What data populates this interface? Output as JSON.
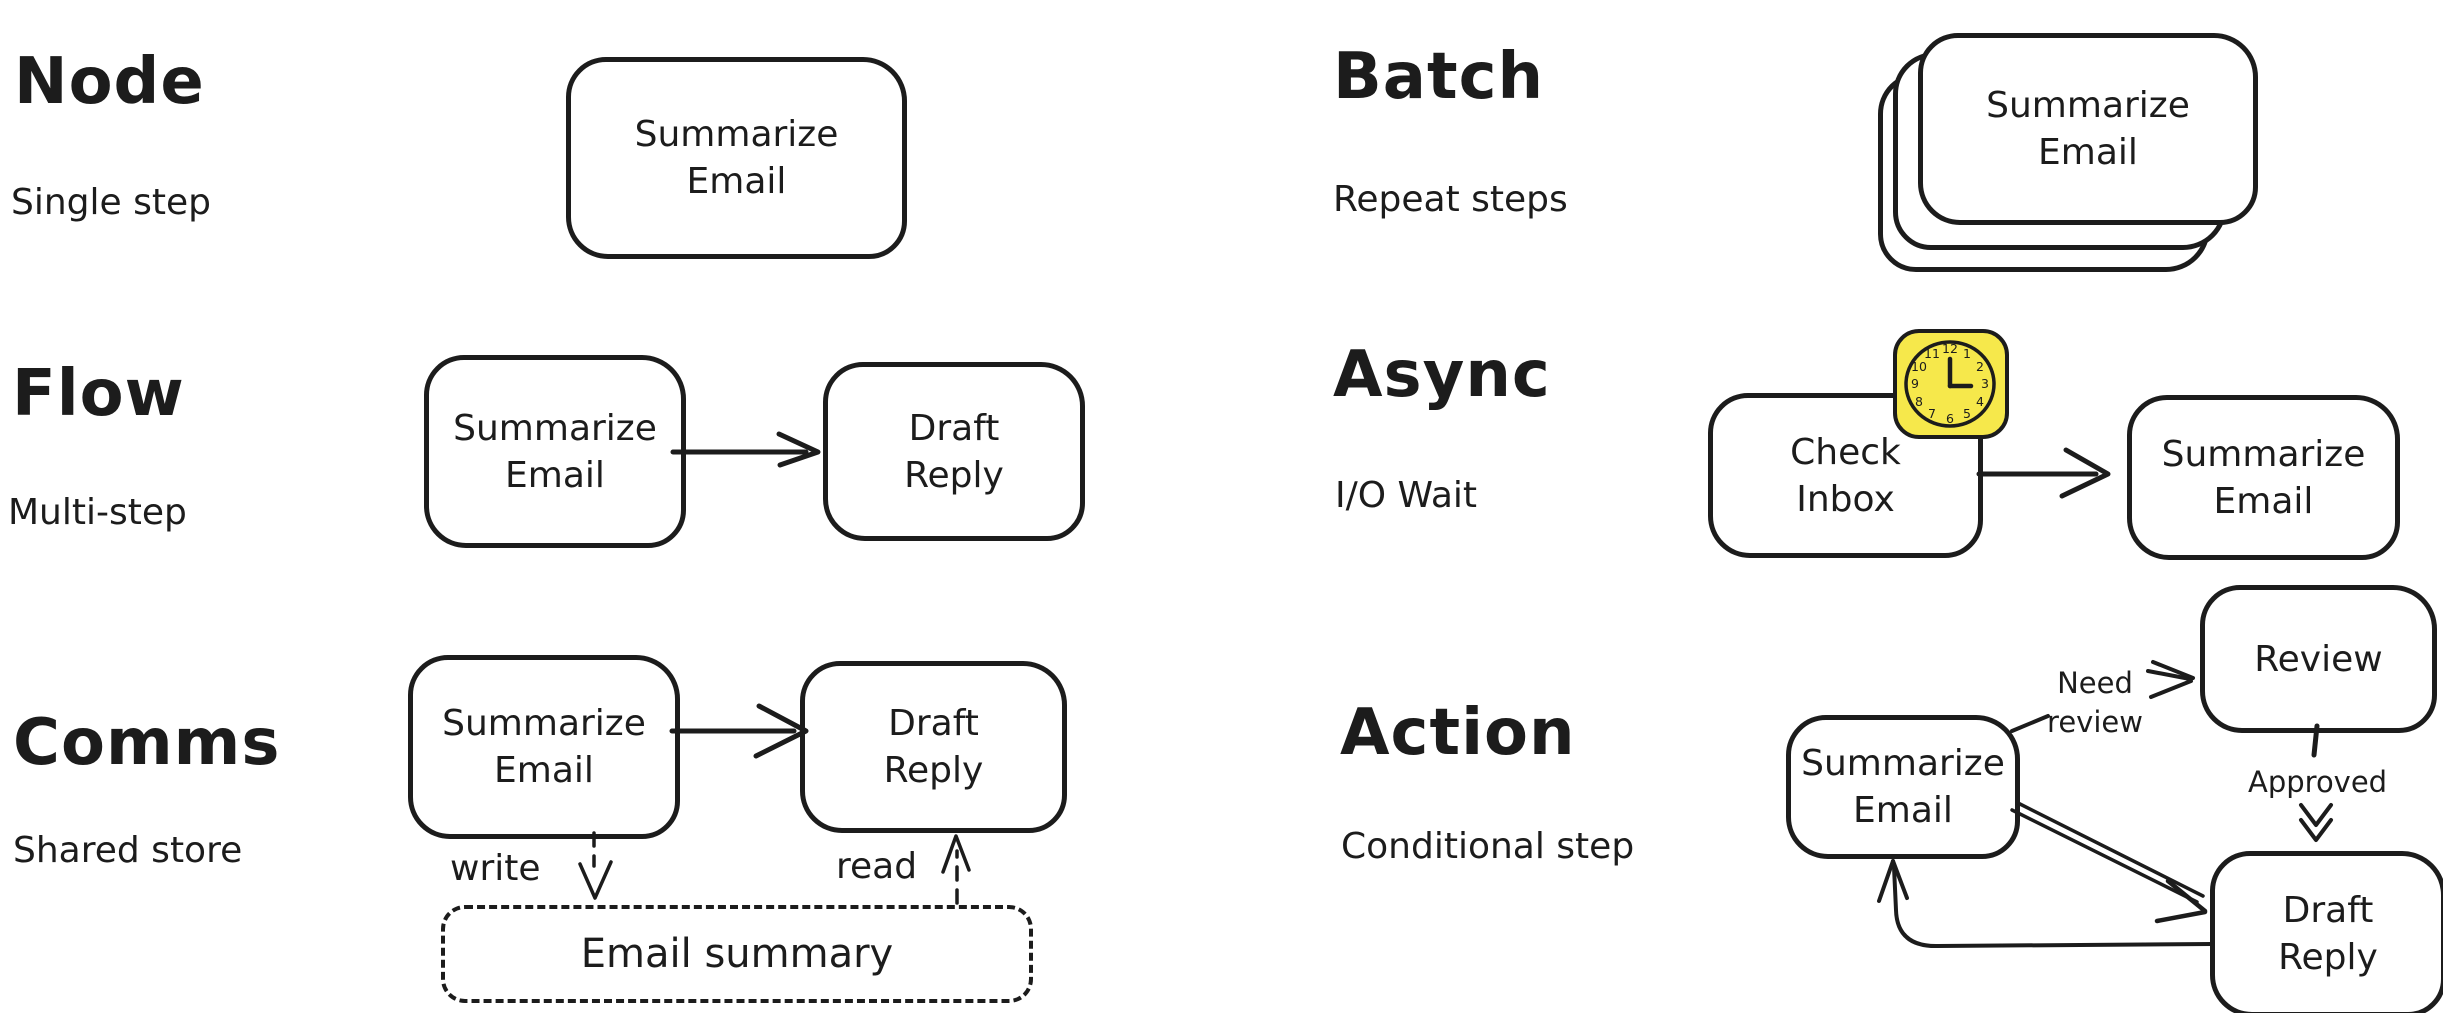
{
  "canvas": {
    "background": "#ffffff",
    "ink": "#1c1c1c",
    "sticker_yellow": "#f6e84b"
  },
  "sections": {
    "node": {
      "title": "Node",
      "subtitle": "Single step",
      "box": [
        "Summarize",
        "Email"
      ]
    },
    "flow": {
      "title": "Flow",
      "subtitle": "Multi-step",
      "box_summarize": [
        "Summarize",
        "Email"
      ],
      "box_draft": [
        "Draft",
        "Reply"
      ]
    },
    "comms": {
      "title": "Comms",
      "subtitle": "Shared store",
      "box_summarize": [
        "Summarize",
        "Email"
      ],
      "box_draft": [
        "Draft",
        "Reply"
      ],
      "write_label": "write",
      "read_label": "read",
      "store_label": "Email summary"
    },
    "batch": {
      "title": "Batch",
      "subtitle": "Repeat steps",
      "card": [
        "Summarize",
        "Email"
      ]
    },
    "async": {
      "title": "Async",
      "subtitle": "I/O Wait",
      "box_check": [
        "Check",
        "Inbox"
      ],
      "box_summarize": [
        "Summarize",
        "Email"
      ],
      "clock_numbers": [
        "12",
        "1",
        "2",
        "3",
        "4",
        "5",
        "6",
        "7",
        "8",
        "9",
        "10",
        "11"
      ]
    },
    "action": {
      "title": "Action",
      "subtitle": "Conditional step",
      "box_summarize": [
        "Summarize",
        "Email"
      ],
      "box_review": "Review",
      "box_draft": [
        "Draft",
        "Reply"
      ],
      "need_review": [
        "Need",
        "review"
      ],
      "approved_label": "Approved"
    }
  }
}
